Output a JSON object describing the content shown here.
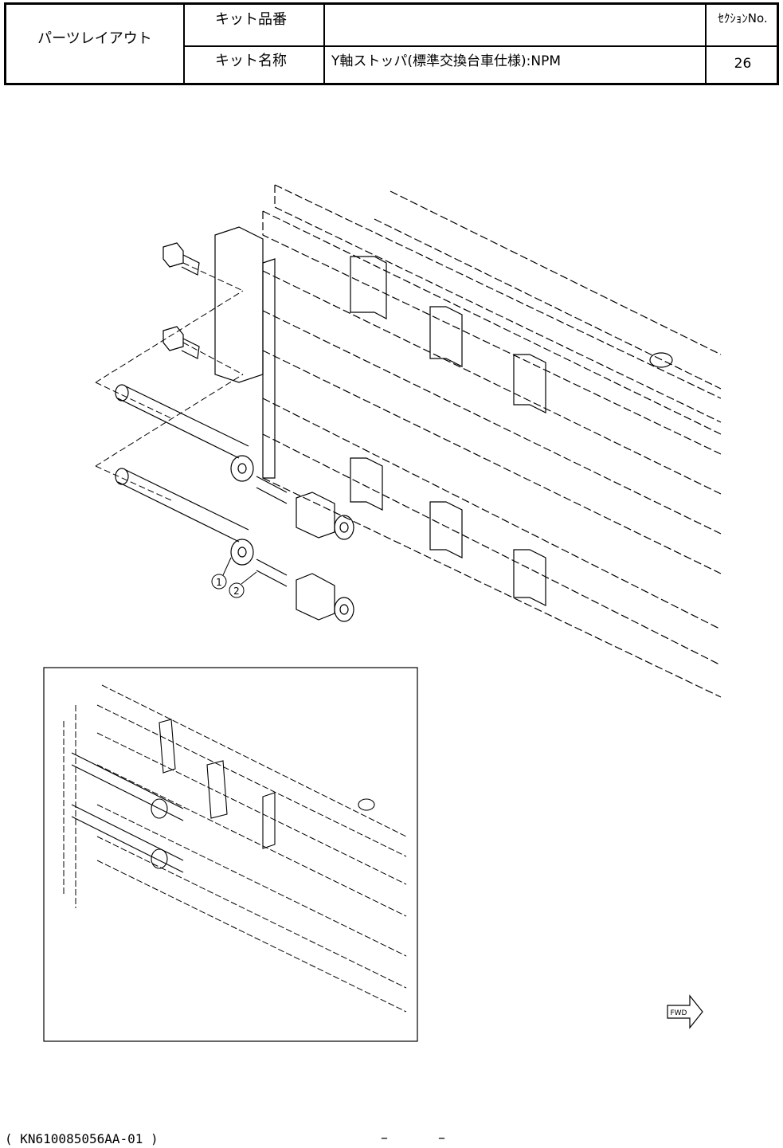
{
  "header": {
    "title": "パーツレイアウト",
    "kit_number_label": "キット品番",
    "kit_number_value": "",
    "kit_name_label": "キット名称",
    "kit_name_value": "Y軸ストッパ(標準交換台車仕様):NPM",
    "section_label": "ｾｸｼｮﾝNo.",
    "section_value": "26"
  },
  "callouts": [
    "1",
    "2"
  ],
  "fwd_label": "FWD",
  "footer": {
    "document_code": "( KN610085056AA-01 )",
    "page_left": "–",
    "page_right": "–"
  }
}
